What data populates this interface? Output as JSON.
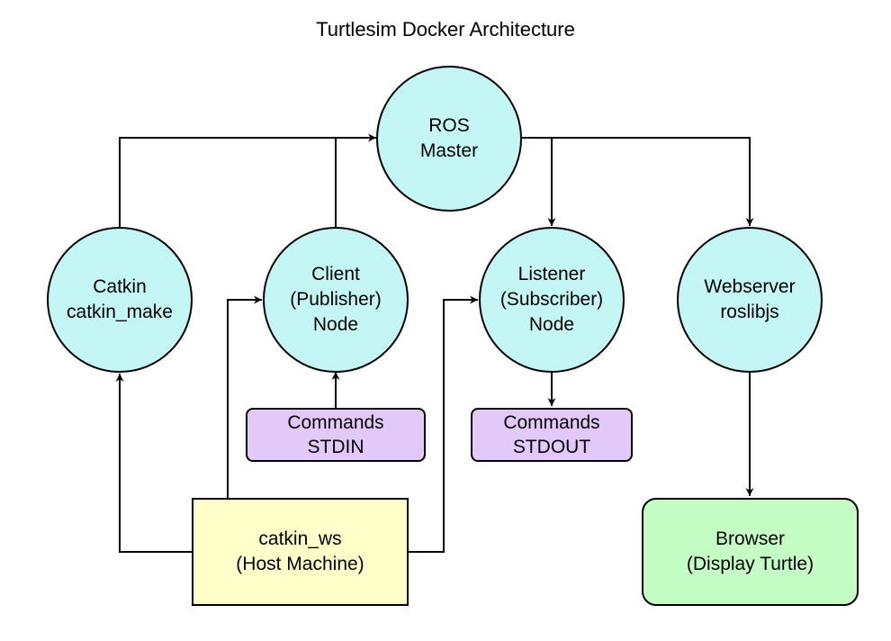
{
  "diagram": {
    "title": "Turtlesim Docker Architecture",
    "nodes": {
      "ros_master": {
        "line1": "ROS",
        "line2": "Master"
      },
      "catkin": {
        "line1": "Catkin",
        "line2": "catkin_make"
      },
      "client": {
        "line1": "Client",
        "line2": "(Publisher)",
        "line3": "Node"
      },
      "listener": {
        "line1": "Listener",
        "line2": "(Subscriber)",
        "line3": "Node"
      },
      "webserver": {
        "line1": "Webserver",
        "line2": "roslibjs"
      },
      "commands_stdin": {
        "line1": "Commands",
        "line2": "STDIN"
      },
      "commands_stdout": {
        "line1": "Commands",
        "line2": "STDOUT"
      },
      "catkin_ws": {
        "line1": "catkin_ws",
        "line2": "(Host Machine)"
      },
      "browser": {
        "line1": "Browser",
        "line2": "(Display Turtle)"
      }
    },
    "colors": {
      "circle_fill": "#c4f6f5",
      "commands_fill": "#e2c9fa",
      "host_fill": "#ffffca",
      "browser_fill": "#c5fec5",
      "stroke": "#000000"
    }
  }
}
